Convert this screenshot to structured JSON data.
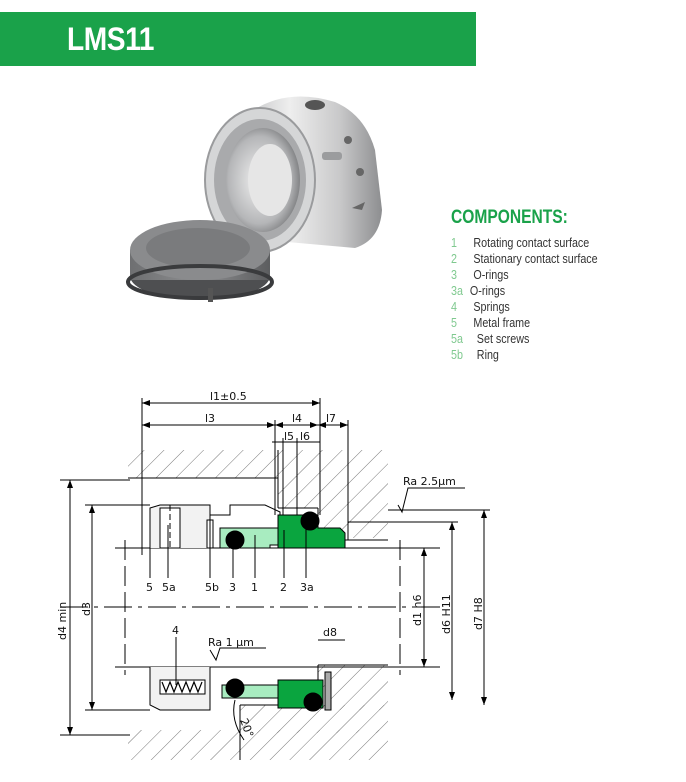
{
  "header": {
    "title": "LMS11",
    "banner_color": "#1aa24a"
  },
  "components": {
    "title": "COMPONENTS:",
    "items": [
      {
        "num": "1",
        "label": "Rotating contact surface"
      },
      {
        "num": "2",
        "label": "Stationary contact surface"
      },
      {
        "num": "3",
        "label": "O-rings"
      },
      {
        "num": "3a",
        "label": "O-rings"
      },
      {
        "num": "4",
        "label": "Springs"
      },
      {
        "num": "5",
        "label": "Metal frame"
      },
      {
        "num": "5a",
        "label": "Set screws"
      },
      {
        "num": "5b",
        "label": "Ring"
      }
    ]
  },
  "drawing": {
    "dimensions": {
      "l1": "l1±0.5",
      "l3": "l3",
      "l4": "l4",
      "l5": "l5",
      "l6": "l6",
      "l7": "l7",
      "d1": "d1  h6",
      "d3": "d3",
      "d4": "d4  min",
      "d6": "d6  H11",
      "d7": "d7  H8",
      "d8": "d8",
      "ra_top": "Ra  2.5µm",
      "ra_bottom": "Ra  1 µm",
      "angle": "20°"
    },
    "part_labels": {
      "p5": "5",
      "p5a": "5a",
      "p5b": "5b",
      "p3": "3",
      "p1": "1",
      "p2": "2",
      "p3a": "3a",
      "p4": "4"
    },
    "colors": {
      "rotating_face": "#a8ecc0",
      "stationary_face": "#0aa53f",
      "oring": "#000000"
    }
  }
}
